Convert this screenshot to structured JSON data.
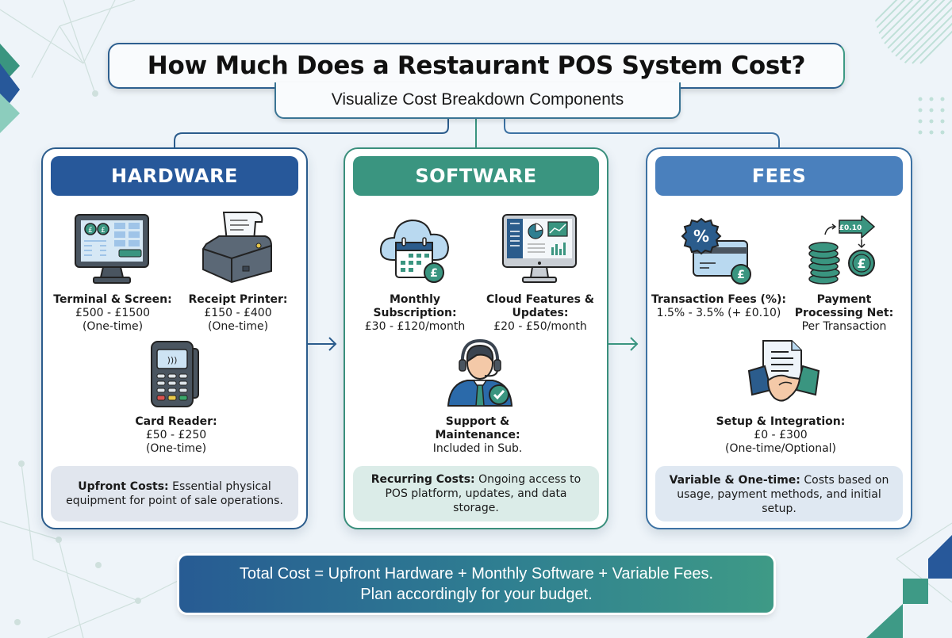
{
  "header": {
    "title": "How Much Does a Restaurant POS System Cost?",
    "subtitle": "Visualize Cost Breakdown Components"
  },
  "panels": {
    "hardware": {
      "title": "HARDWARE",
      "color": "#27589a",
      "items": [
        {
          "label": "Terminal & Screen:",
          "value": "£500 - £1500",
          "note": "(One-time)",
          "icon": "pos-terminal-icon"
        },
        {
          "label": "Receipt Printer:",
          "value": "£150 - £400",
          "note": "(One-time)",
          "icon": "receipt-printer-icon"
        },
        {
          "label": "Card Reader:",
          "value": "£50 - £250",
          "note": "(One-time)",
          "icon": "card-reader-icon"
        }
      ],
      "summary": {
        "bold": "Upfront Costs:",
        "text": " Essential physical equipment for point of sale operations."
      }
    },
    "software": {
      "title": "SOFTWARE",
      "color": "#3a9580",
      "items": [
        {
          "label": "Monthly",
          "label2": "Subscription:",
          "value": "£30 - £120/month",
          "icon": "cloud-calendar-icon"
        },
        {
          "label": "Cloud Features &",
          "label2": "Updates:",
          "value": "£20 - £50/month",
          "icon": "dashboard-monitor-icon"
        },
        {
          "label": "Support &",
          "label2": "Maintenance:",
          "value": "Included in Sub.",
          "icon": "support-agent-icon"
        }
      ],
      "summary": {
        "bold": "Recurring Costs:",
        "text": " Ongoing access to POS platform, updates, and data storage."
      }
    },
    "fees": {
      "title": "FEES",
      "color": "#4a80bd",
      "items": [
        {
          "label": "Transaction Fees (%):",
          "value": "1.5% - 3.5% (+ £0.10)",
          "icon": "percent-card-icon"
        },
        {
          "label": "Payment",
          "label2": "Processing Net:",
          "value": "Per Transaction",
          "icon": "coins-transfer-icon",
          "tag": "£0.10"
        },
        {
          "label": "Setup & Integration:",
          "value": "£0 - £300",
          "note": "(One-time/Optional)",
          "icon": "handshake-document-icon"
        }
      ],
      "summary": {
        "bold": "Variable & One-time:",
        "text": " Costs based on usage, payment methods, and initial setup."
      }
    }
  },
  "total": {
    "line1": "Total Cost = Upfront Hardware + Monthly Software + Variable Fees.",
    "line2": "Plan accordingly for your budget."
  }
}
